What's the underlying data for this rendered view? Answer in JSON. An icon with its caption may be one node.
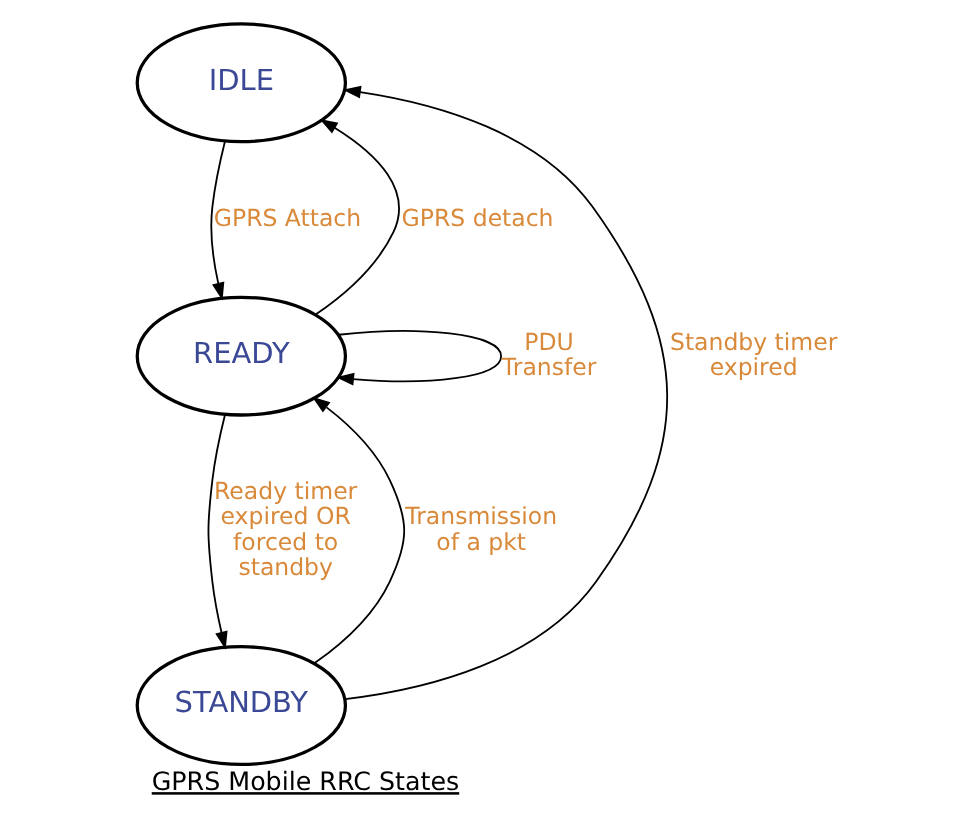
{
  "diagram": {
    "caption": "GPRS Mobile RRC States",
    "nodes": [
      {
        "text": [
          "IDLE"
        ]
      },
      {
        "text": [
          "READY"
        ]
      },
      {
        "text": [
          "STANDBY"
        ]
      }
    ],
    "edges": [
      {
        "from": 0,
        "to": 1,
        "arrow": "to",
        "label": "GPRS Attach"
      },
      {
        "from": 1,
        "to": 0,
        "arrow": "to",
        "label": "GPRS detach"
      },
      {
        "from": 1,
        "to": 1,
        "arrow": "to",
        "label": "PDU Transfer"
      },
      {
        "from": 1,
        "to": 2,
        "arrow": "to",
        "label": "Ready timer expired OR forced to standby"
      },
      {
        "from": 2,
        "to": 1,
        "arrow": "to",
        "label": "Transmission of a pkt"
      },
      {
        "from": 2,
        "to": 0,
        "arrow": "to",
        "label": "Standby timer expired"
      }
    ]
  }
}
